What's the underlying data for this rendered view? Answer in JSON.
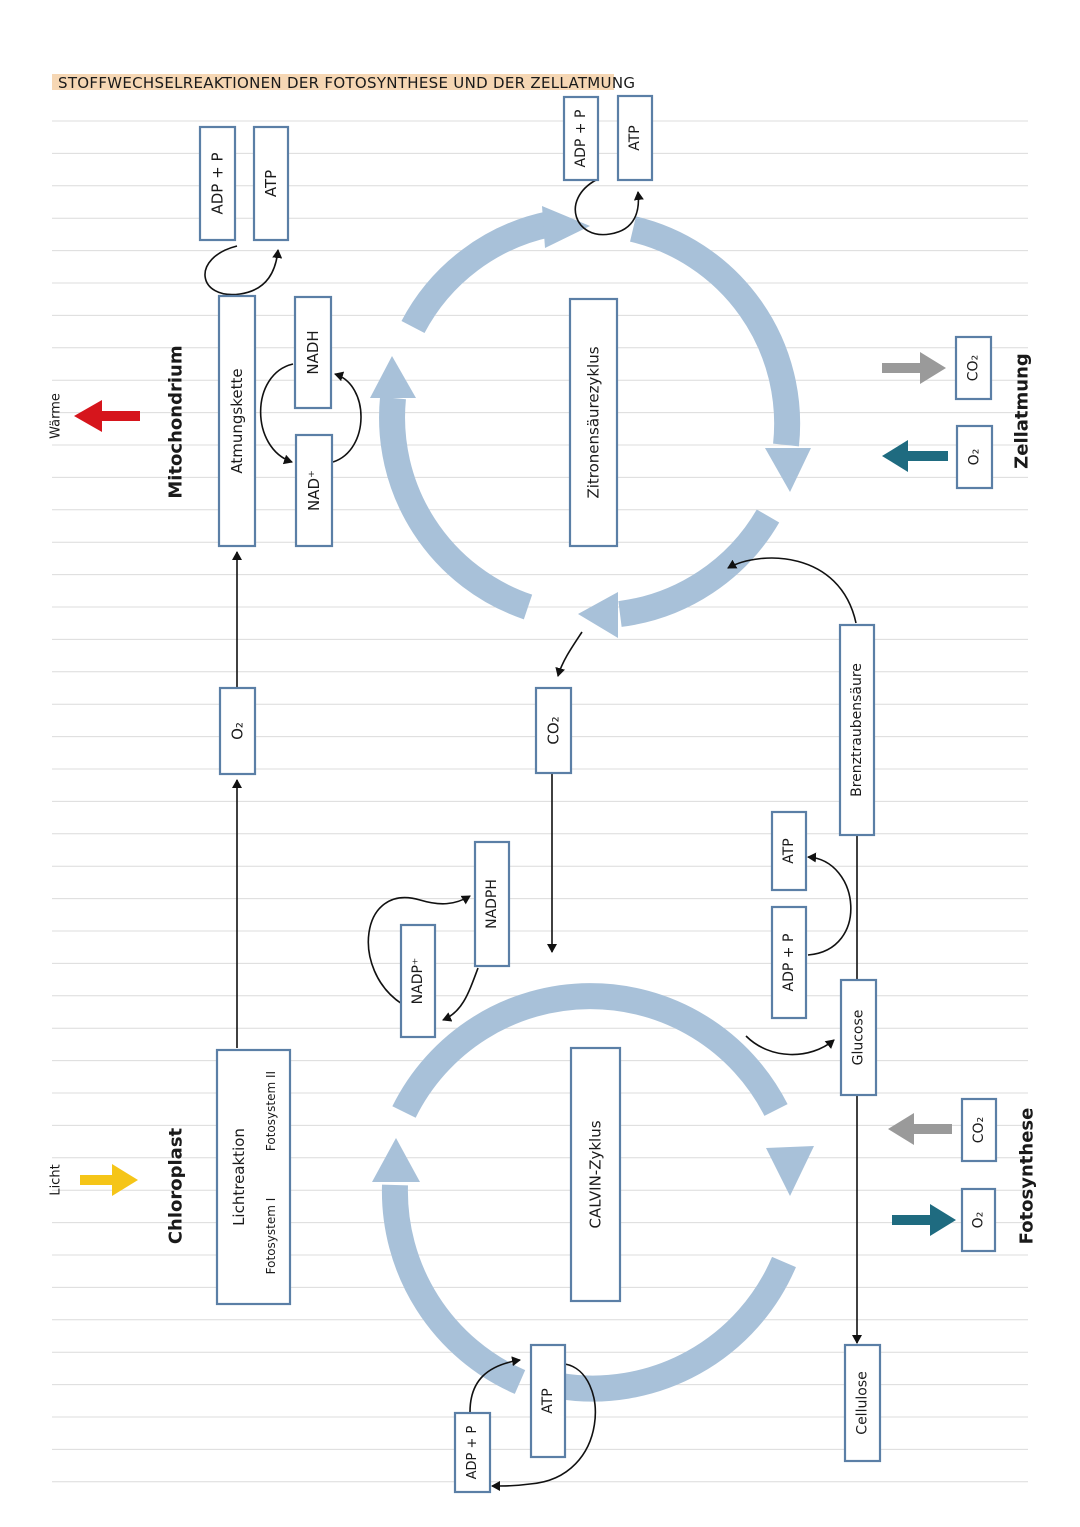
{
  "title": "STOFFWECHSELREAKTIONEN DER FOTOSYNTHESE UND DER ZELLATMUNG",
  "colors": {
    "cycle": "#a8c1d9",
    "box_border": "#5b7fa6",
    "title_highlight": "#f6d7b4",
    "heat_arrow": "#d6151c",
    "light_arrow": "#f5c518",
    "oxygen_arrow": "#1f6b80",
    "co2_arrow": "#9a9a9a",
    "ruled_line": "#dcdcdc"
  },
  "labels": {
    "waerme": "Wärme",
    "licht": "Licht",
    "mitochondrium": "Mitochondrium",
    "chloroplast": "Chloroplast",
    "zellatmung": "Zellatmung",
    "fotosynthese": "Fotosynthese"
  },
  "boxes": {
    "adp_p_top": "ADP + P",
    "atp_top": "ATP",
    "atmungskette": "Atmungskette",
    "nadh": "NADH",
    "nad_plus": "NAD⁺",
    "zitronensaeurezyklus": "Zitronensäurezyklus",
    "adp_p_citric": "ADP + P",
    "atp_citric": "ATP",
    "o2_middle": "O₂",
    "co2_middle": "CO₂",
    "brenztraubensaeure": "Brenztraubensäure",
    "o2_zellatmung": "O₂",
    "co2_zellatmung": "CO₂",
    "lichtreaktion": "Lichtreaktion",
    "fotosystem_1": "Fotosystem I",
    "fotosystem_2": "Fotosystem II",
    "nadp_plus": "NADP⁺",
    "nadph": "NADPH",
    "calvin_zyklus": "CALVIN-Zyklus",
    "atp_glycolysis": "ATP",
    "adp_p_glycolysis": "ADP + P",
    "glucose": "Glucose",
    "atp_calvin": "ATP",
    "adp_p_calvin": "ADP + P",
    "cellulose": "Cellulose",
    "o2_fotosynthese": "O₂",
    "co2_fotosynthese": "CO₂"
  }
}
